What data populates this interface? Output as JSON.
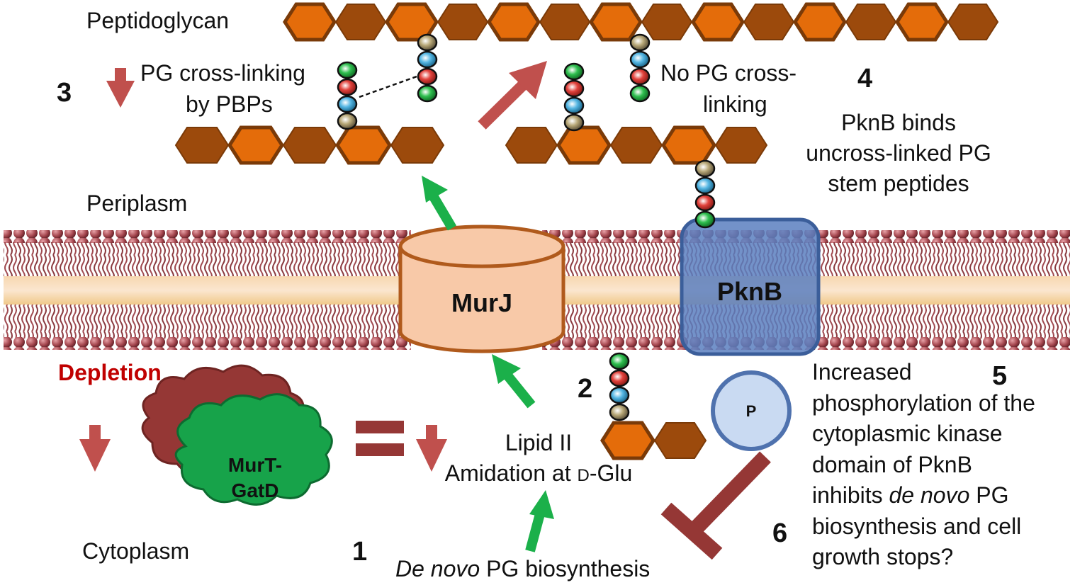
{
  "labels": {
    "peptidoglycan": "Peptidoglycan",
    "periplasm": "Periplasm",
    "cytoplasm": "Cytoplasm",
    "depletion": "Depletion",
    "pg_crosslinking_line1": "PG cross-linking",
    "pg_crosslinking_line2": "by PBPs",
    "no_pg_line1": "No PG cross-",
    "no_pg_line2": "linking",
    "pknb_binds_line1": "PknB binds",
    "pknb_binds_line2": "uncross-linked PG",
    "pknb_binds_line3": "stem peptides",
    "lipid_line1": "Lipid II",
    "lipid_line2_prefix": "Amidation at ",
    "lipid_line2_d": "D",
    "lipid_line2_suffix": "-Glu",
    "denovo_italic": "De novo",
    "denovo_rest": " PG biosynthesis",
    "inc_line1": "Increased",
    "inc_line2": "phosphorylation of the",
    "inc_line3": "cytoplasmic  kinase",
    "inc_line4": "domain of PknB",
    "inc_line5_a": "inhibits ",
    "inc_line5_italic": "de novo",
    "inc_line5_b": " PG",
    "inc_line6": "biosynthesis and cell",
    "inc_line7": "growth stops?"
  },
  "proteins": {
    "murj": "MurJ",
    "pknb": "PknB",
    "murt_line1": "MurT-",
    "murt_line2": "GatD",
    "p": "P"
  },
  "steps": {
    "s1": "1",
    "s2": "2",
    "s3": "3",
    "s4": "4",
    "s5": "5",
    "s6": "6"
  },
  "colors": {
    "sugar_light": "#e46c0a",
    "sugar_dark": "#9c4a0c",
    "sugar_stroke": "#7a3a08",
    "green_arrow": "#1bb04a",
    "red_arrow": "#c0504d",
    "inhibit": "#953735",
    "pknb_fill": "#5b7fc0",
    "pknb_stroke": "#3b5e9a",
    "murj_fill": "#f8c9a8",
    "murj_stroke": "#b05a1c",
    "murt_fill": "#17a34a",
    "murt_back": "#953735",
    "depletion_text": "#c00000"
  }
}
